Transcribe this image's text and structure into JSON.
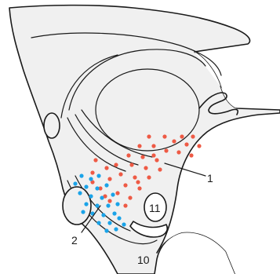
{
  "labels": {
    "one": "1",
    "two": "2",
    "ten": "10",
    "eleven": "11"
  },
  "colors": {
    "background": "#ffffff",
    "tissue_fill": "#f0f0f0",
    "outline": "#1a1a1a",
    "red_dots": "#ee5a45",
    "blue_dots": "#1aa3e8"
  }
}
